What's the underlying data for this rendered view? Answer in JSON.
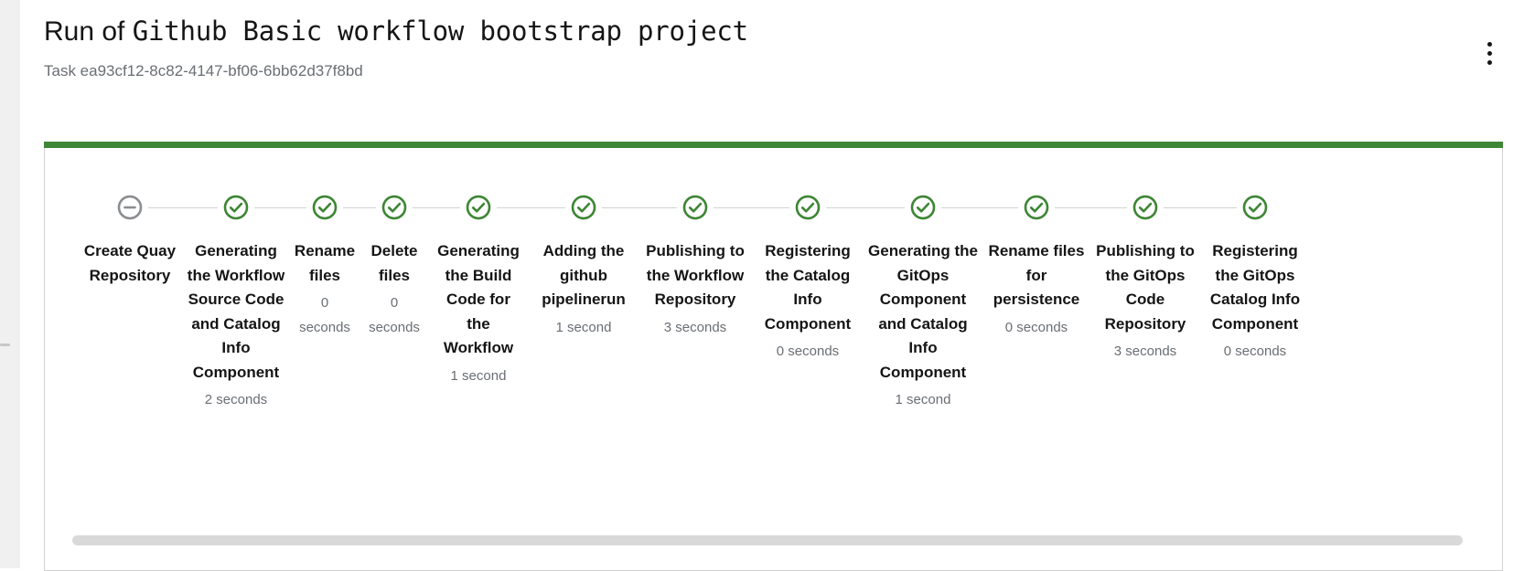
{
  "header": {
    "title_prefix": "Run of ",
    "title_name": "Github Basic workflow bootstrap project",
    "subtitle": "Task ea93cf12-8c82-4147-bf06-6bb62d37f8bd",
    "kebab_icon": "kebab-vertical-icon"
  },
  "card": {
    "accent_color": "#3e8635",
    "status": "success"
  },
  "stepper": {
    "connector_color": "#d2d2d2",
    "success_color": "#3e8635",
    "skipped_color": "#8a8d90",
    "steps": [
      {
        "label": "Create Quay Repository",
        "duration": "",
        "status": "skipped",
        "icon": "minus-circle-icon",
        "width": 114
      },
      {
        "label": "Generating the Workflow Source Code and Catalog Info Component",
        "duration": "2 seconds",
        "status": "success",
        "icon": "check-circle-icon",
        "width": 118
      },
      {
        "label": "Rename files",
        "duration": "0 seconds",
        "status": "success",
        "icon": "check-circle-icon",
        "width": 76
      },
      {
        "label": "Delete files",
        "duration": "0 seconds",
        "status": "success",
        "icon": "check-circle-icon",
        "width": 76
      },
      {
        "label": "Generating the Build Code for the Workflow",
        "duration": "1 second",
        "status": "success",
        "icon": "check-circle-icon",
        "width": 108
      },
      {
        "label": "Adding the github pipelinerun",
        "duration": "1 second",
        "status": "success",
        "icon": "check-circle-icon",
        "width": 122
      },
      {
        "label": "Publishing to the Workflow Repository",
        "duration": "3 seconds",
        "status": "success",
        "icon": "check-circle-icon",
        "width": 122
      },
      {
        "label": "Registering the Catalog Info Component",
        "duration": "0 seconds",
        "status": "success",
        "icon": "check-circle-icon",
        "width": 124
      },
      {
        "label": "Generating the GitOps Component and Catalog Info Component",
        "duration": "1 second",
        "status": "success",
        "icon": "check-circle-icon",
        "width": 128
      },
      {
        "label": "Rename files for persistence",
        "duration": "0 seconds",
        "status": "success",
        "icon": "check-circle-icon",
        "width": 120
      },
      {
        "label": "Publishing to the GitOps Code Repository",
        "duration": "3 seconds",
        "status": "success",
        "icon": "check-circle-icon",
        "width": 118
      },
      {
        "label": "Registering the GitOps Catalog Info Component",
        "duration": "0 seconds",
        "status": "success",
        "icon": "check-circle-icon",
        "width": 122
      }
    ]
  },
  "scrollbar": {
    "orientation": "horizontal",
    "name": "stepper-horizontal-scrollbar"
  }
}
